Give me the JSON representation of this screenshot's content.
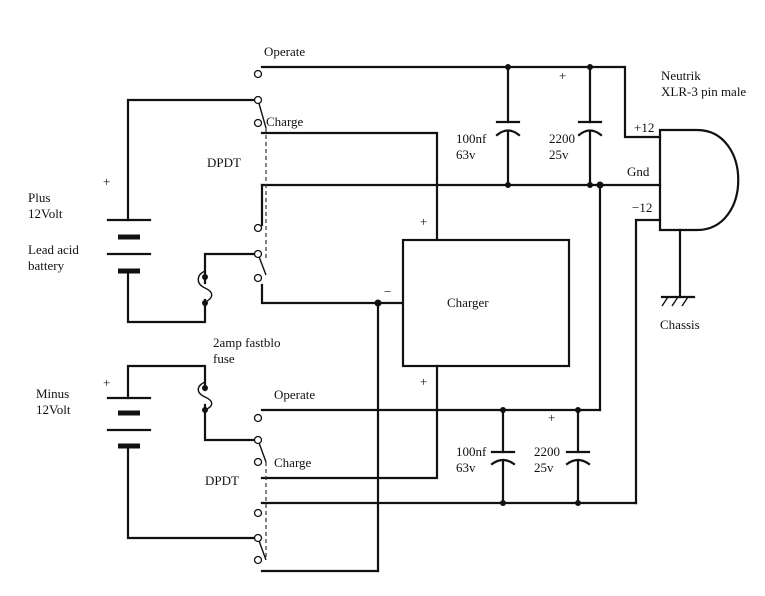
{
  "labels": {
    "operate_top": "Operate",
    "charge_top": "Charge",
    "dpdt_top": "DPDT",
    "plus_sign_top": "+",
    "plus_12volt_1": "Plus",
    "plus_12volt_2": "12Volt",
    "lead_acid_1": "Lead acid",
    "lead_acid_2": "battery",
    "cap1_top_1": "100nf",
    "cap1_top_2": "63v",
    "cap2_top_1": "2200",
    "cap2_top_2": "25v",
    "cap2_top_plus": "+",
    "neutrik_1": "Neutrik",
    "neutrik_2": "XLR-3 pin male",
    "pin_plus12": "+12",
    "pin_gnd": "Gnd",
    "pin_minus12": "−12",
    "chassis": "Chassis",
    "charger": "Charger",
    "charger_plus_top": "+",
    "charger_minus": "−",
    "charger_plus_bottom": "+",
    "fuse_1": "2amp fastblo",
    "fuse_2": "fuse",
    "minus_sign_bottom": "+",
    "minus_12volt_1": "Minus",
    "minus_12volt_2": "12Volt",
    "operate_bottom": "Operate",
    "charge_bottom": "Charge",
    "dpdt_bottom": "DPDT",
    "cap1_bottom_1": "100nf",
    "cap1_bottom_2": "63v",
    "cap2_bottom_1": "2200",
    "cap2_bottom_2": "25v",
    "cap2_bottom_plus": "+"
  }
}
